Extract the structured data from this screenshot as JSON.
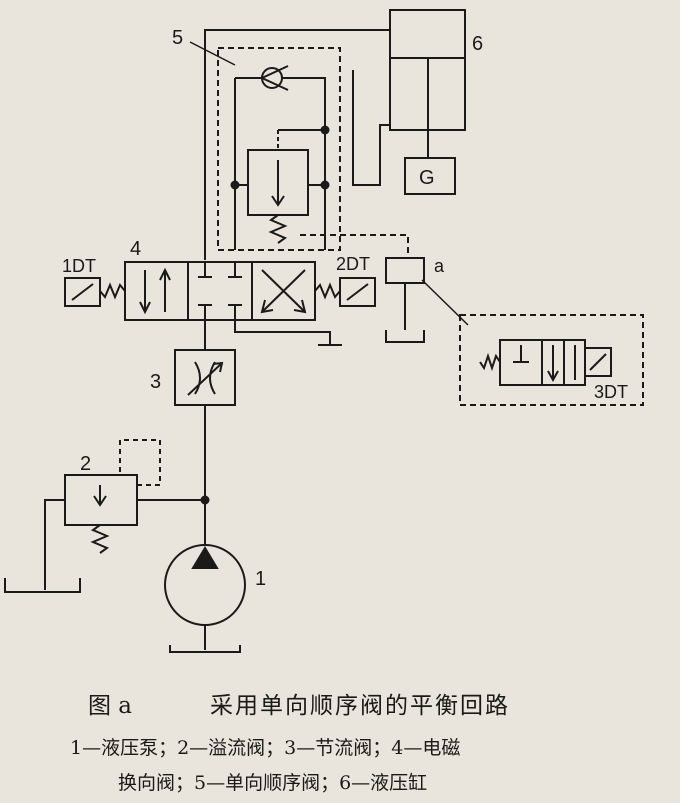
{
  "figure": {
    "fig_label": "图 a",
    "title": "采用单向顺序阀的平衡回路",
    "legend_line1": "1—液压泵；2—溢流阀；3—节流阀；4—电磁",
    "legend_line2": "换向阀；5—单向顺序阀；6—液压缸"
  },
  "components": {
    "n1": "1",
    "n2": "2",
    "n3": "3",
    "n4": "4",
    "n5": "5",
    "n6": "6",
    "n_a": "a",
    "g": "G",
    "sol1": "1DT",
    "sol2": "2DT",
    "sol3": "3DT"
  },
  "colors": {
    "ink": "#1a1a1a",
    "paper": "#e9e4dc"
  }
}
